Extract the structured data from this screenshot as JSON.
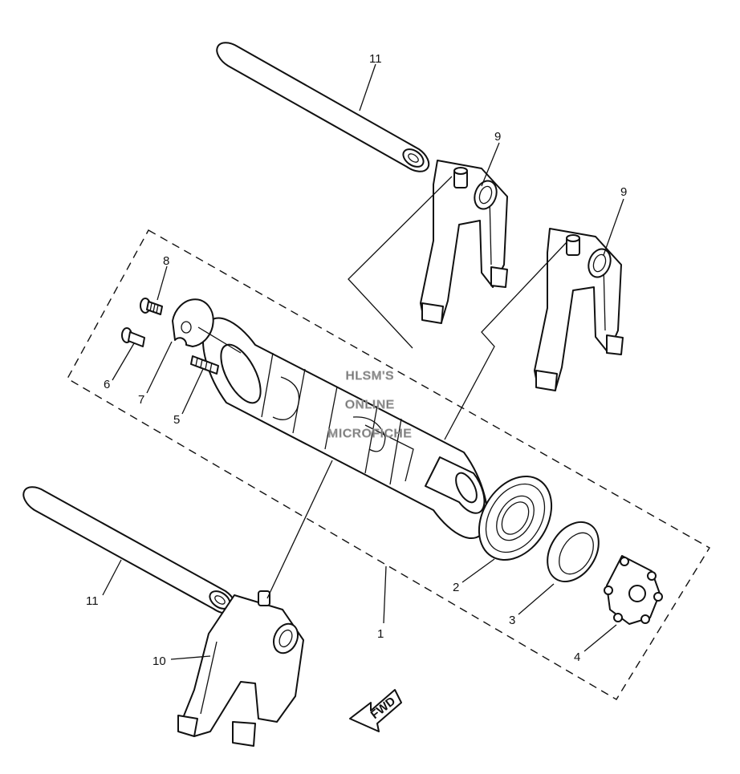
{
  "callouts": {
    "c1": "1",
    "c2": "2",
    "c3": "3",
    "c4": "4",
    "c5": "5",
    "c6": "6",
    "c7": "7",
    "c8": "8",
    "c9a": "9",
    "c9b": "9",
    "c10": "10",
    "c11a": "11",
    "c11b": "11"
  },
  "watermark": {
    "line1": "HLSM'S",
    "line2": "ONLINE",
    "line3": "MICROFICHE"
  },
  "direction_arrow": {
    "label": "FWD"
  }
}
